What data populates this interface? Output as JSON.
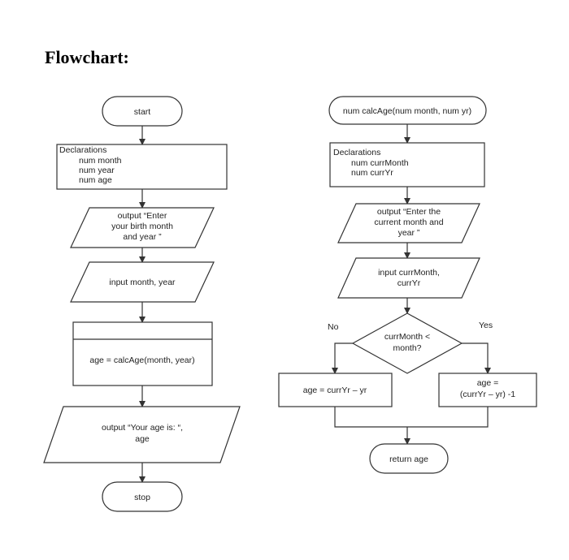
{
  "title": "Flowchart:",
  "left_chart": {
    "start": "start",
    "declarations": [
      "Declarations",
      "num month",
      "num year",
      "num age"
    ],
    "output_prompt": [
      "output “Enter",
      "your birth month",
      "and year ”"
    ],
    "input": "input month, year",
    "process": "age = calcAge(month, year)",
    "output_result": [
      "output “Your age is: “,",
      "age"
    ],
    "stop": "stop"
  },
  "right_chart": {
    "header": "num calcAge(num month, num yr)",
    "declarations": [
      "Declarations",
      "num currMonth",
      "num currYr"
    ],
    "output_prompt": [
      "output “Enter the",
      "current month and",
      "year ”"
    ],
    "input": [
      "input currMonth,",
      "currYr"
    ],
    "decision": [
      "currMonth <",
      "month?"
    ],
    "no_label": "No",
    "yes_label": "Yes",
    "no_branch": "age = currYr – yr",
    "yes_branch": [
      "age =",
      "(currYr – yr) -1"
    ],
    "return": "return age"
  }
}
